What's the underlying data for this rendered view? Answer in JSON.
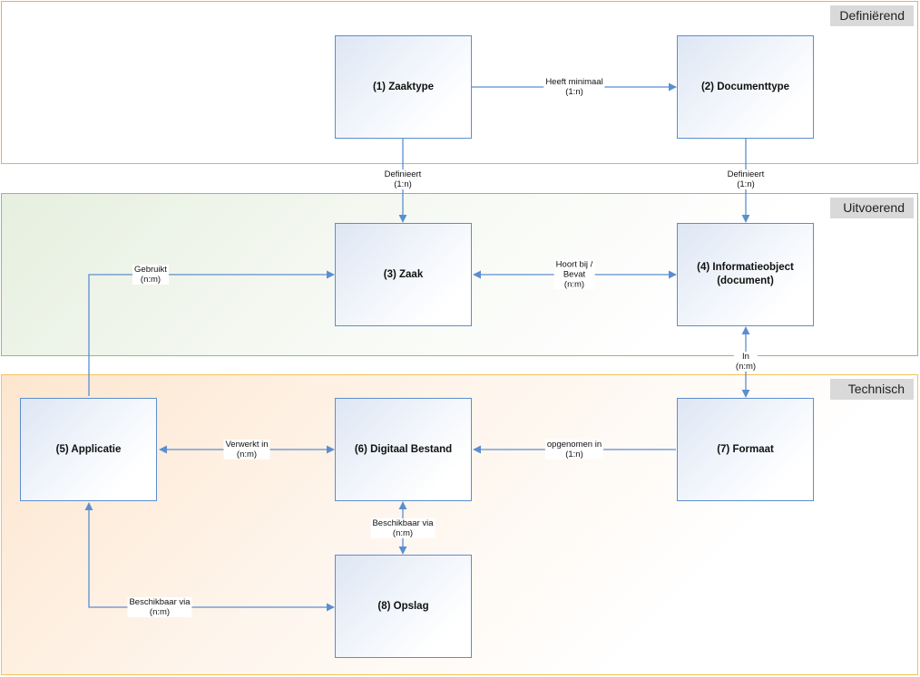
{
  "bands": {
    "definierend": "Definiërend",
    "uitvoerend": "Uitvoerend",
    "technisch": "Technisch"
  },
  "boxes": {
    "zaaktype": "(1) Zaaktype",
    "documenttype": "(2) Documenttype",
    "zaak": "(3) Zaak",
    "informatieobject_line1": "(4) Informatieobject",
    "informatieobject_line2": "(document)",
    "applicatie": "(5) Applicatie",
    "digitaal_bestand": "(6) Digitaal Bestand",
    "formaat": "(7) Formaat",
    "opslag": "(8) Opslag"
  },
  "relations": {
    "heeft_minimaal": {
      "line1": "Heeft minimaal",
      "line2": "(1:n)"
    },
    "definieert_1": {
      "line1": "Definieert",
      "line2": "(1:n)"
    },
    "definieert_2": {
      "line1": "Definieert",
      "line2": "(1:n)"
    },
    "gebruikt": {
      "line1": "Gebruikt",
      "line2": "(n:m)"
    },
    "hoort_bij": {
      "line1": "Hoort bij /",
      "line2": "Bevat",
      "line3": "(n:m)"
    },
    "in": {
      "line1": "In",
      "line2": "(n:m)"
    },
    "verwerkt_in": {
      "line1": "Verwerkt in",
      "line2": "(n:m)"
    },
    "opgenomen_in": {
      "line1": "opgenomen in",
      "line2": "(1:n)"
    },
    "beschikbaar_via_1": {
      "line1": "Beschikbaar via",
      "line2": "(n:m)"
    },
    "beschikbaar_via_2": {
      "line1": "Beschikbaar via",
      "line2": "(n:m)"
    }
  },
  "colors": {
    "box_border": "#5b8ed0",
    "arrow": "#5b8ed0",
    "band_definierend": "#f0a868",
    "band_uitvoerend": "#8fbe78",
    "band_technisch": "#f2c45a"
  }
}
